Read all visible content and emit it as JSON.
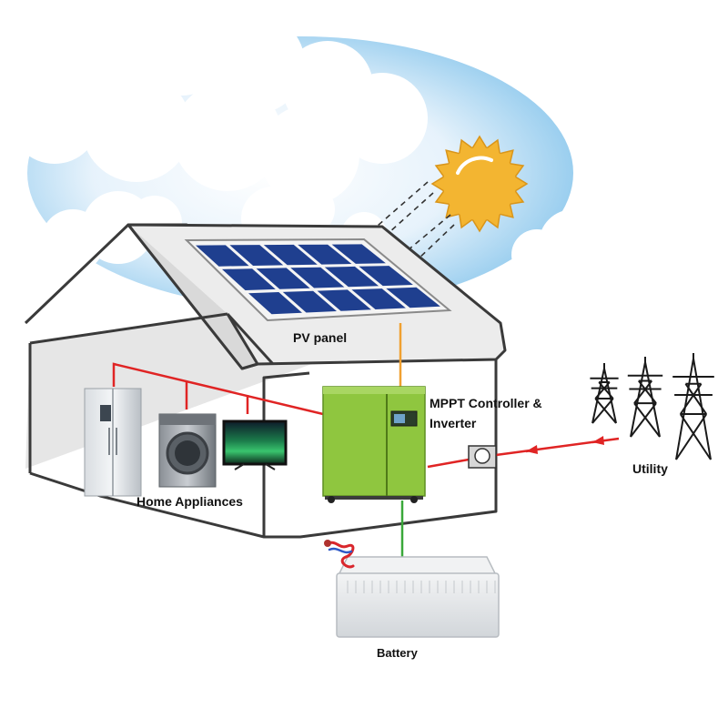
{
  "labels": {
    "pv_panel": "PV panel",
    "mppt_line1": "MPPT Controller &",
    "mppt_line2": "Inverter",
    "home_appliances": "Home Appliances",
    "utility": "Utility",
    "battery": "Battery"
  },
  "colors": {
    "ac_wire": "#e02424",
    "dc_pv_wire": "#f0a030",
    "dc_battery_wire": "#3aa83a",
    "inverter_body": "#8fc63f",
    "sun": "#f3b531",
    "panel_cell": "#1f3f8f"
  },
  "icons": [
    "sun-icon",
    "solar-panel-icon",
    "inverter-icon",
    "refrigerator-icon",
    "washing-machine-icon",
    "tv-icon",
    "electric-meter-icon",
    "transmission-tower-icon",
    "battery-icon"
  ]
}
